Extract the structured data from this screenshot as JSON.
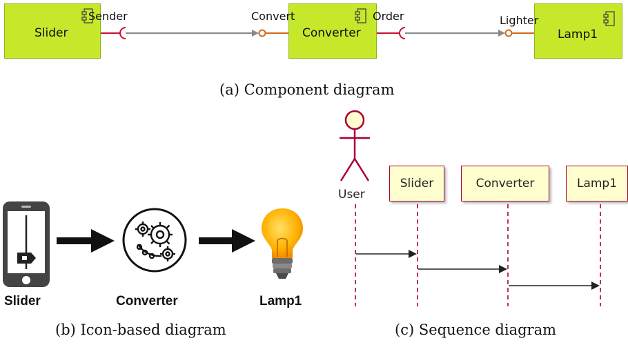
{
  "component_diagram": {
    "components": [
      "Slider",
      "Converter",
      "Lamp1"
    ],
    "ports": [
      "Sender",
      "Convert",
      "Order",
      "Lighter"
    ],
    "caption": "(a) Component diagram"
  },
  "icon_diagram": {
    "labels": [
      "Slider",
      "Converter",
      "Lamp1"
    ],
    "caption": "(b) Icon-based diagram"
  },
  "sequence_diagram": {
    "actor": "User",
    "participants": [
      "Slider",
      "Converter",
      "Lamp1"
    ],
    "caption": "(c) Sequence diagram"
  },
  "colors": {
    "component_fill": "#c5e82a",
    "required_port": "#c8102e",
    "provided_port": "#d2691e",
    "sequence_border": "#a80036",
    "sequence_fill": "#fefece"
  },
  "icons": [
    "component-icon",
    "smartphone-slider-icon",
    "gears-icon",
    "light-bulb-icon",
    "arrow-right-icon",
    "stick-figure-icon"
  ]
}
